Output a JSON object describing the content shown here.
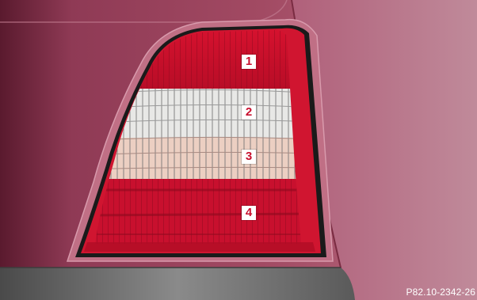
{
  "figure": {
    "reference_code": "P82.10-2342-26",
    "callouts": [
      {
        "label": "1",
        "part": "upper red section"
      },
      {
        "label": "2",
        "part": "white section"
      },
      {
        "label": "3",
        "part": "light pink section"
      },
      {
        "label": "4",
        "part": "lower red section"
      }
    ],
    "colors": {
      "body_paint": "#a24a63",
      "lens_red": "#c8102e",
      "lens_white": "#e8e8e6",
      "lens_pink": "#eccfc2",
      "bumper": "#6e6e6e",
      "callout_text": "#c8102e"
    }
  }
}
